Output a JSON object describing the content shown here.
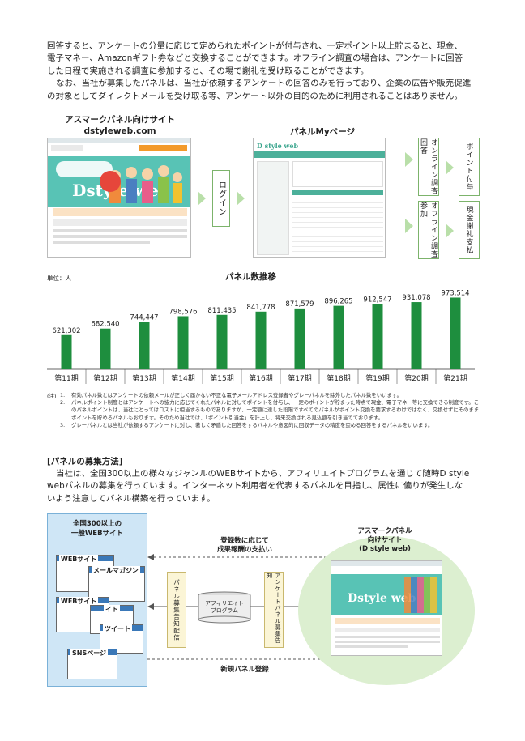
{
  "intro_paragraph_1": [
    "回答すると、アンケートの分量に応じて定められたポイントが付与され、一定ポイント以上貯まると、現金、",
    "電子マネー、Amazonギフト券などと交換することができます。オフライン調査の場合は、アンケートに回答",
    "した日程で実施される調査に参加すると、その場で謝礼を受け取ることができます。"
  ],
  "intro_paragraph_2": [
    "なお、当社が募集したパネルは、当社が依頼するアンケートの回答のみを行っており、企業の広告や販売促進",
    "の対象としてダイレクトメールを受け取る等、アンケート以外の目的のために利用されることはありません。"
  ],
  "flow": {
    "site_title_line1": "アスマークパネル向けサイト",
    "site_title_line2": "dstyleweb.com",
    "mypage_title": "パネルMyページ",
    "login": "ログイン",
    "online": "オンライン調査回答",
    "offline": "オフライン調査参加",
    "point": "ポイント付与",
    "cash": "現金謝礼支払",
    "screenshot_logo": "Dstyle web",
    "mypage_logo": "D style web"
  },
  "chart_data": {
    "type": "bar",
    "title": "パネル数推移",
    "unit_label": "単位：人",
    "categories": [
      "第11期",
      "第12期",
      "第13期",
      "第14期",
      "第15期",
      "第16期",
      "第17期",
      "第18期",
      "第19期",
      "第20期",
      "第21期"
    ],
    "values": [
      621302,
      682540,
      744447,
      798576,
      811435,
      841778,
      871579,
      896265,
      912547,
      931078,
      973514
    ],
    "value_labels": [
      "621,302",
      "682,540",
      "744,447",
      "798,576",
      "811,435",
      "841,778",
      "871,579",
      "896,265",
      "912,547",
      "931,078",
      "973,514"
    ],
    "ylim": [
      0,
      1000000
    ],
    "bar_color": "#1e8e3e"
  },
  "notes": {
    "prefix": "(注)",
    "items": [
      {
        "n": "1.",
        "text": "有効パネル数とはアンケートの依頼メールが正しく届かない不正な電子メールアドレス登録者やグレーパネルを除外したパネル数をいいます。"
      },
      {
        "n": "2.",
        "text": "パネルポイント制度とはアンケートへの協力に応じてくれたパネルに対してポイントを付与し、一定のポイントが貯まった時点で現金、電子マネー等に交換できる制度です。このパネルポイントは、当社にとってはコストに相当するものでありますが、一定額に達した段階ですべてのパネルがポイント交換を要求するわけではなく、交換せずにそのままポイントを貯めるパネルもおります。そのため当社では、「ポイント引当金」を計上し、将来交換される見込額を引き当てております。"
      },
      {
        "n": "3.",
        "text": "グレーパネルとは当社が依頼するアンケートに対し、著しく矛盾した回答をするパネルや意図的に回収データの精度を歪める回答をするパネルをいいます。"
      }
    ]
  },
  "recruit": {
    "heading": "[パネルの募集方法]",
    "body": [
      "当社は、全国300以上の様々なジャンルのWEBサイトから、アフィリエイトプログラムを通じて随時D style",
      "webパネルの募集を行っています。インターネット利用者を代表するパネルを目指し、属性に偏りが発生しな",
      "いよう注意してパネル構築を行っています。"
    ]
  },
  "diagram": {
    "left_title_line1": "全国300以上の",
    "left_title_line2": "一般WEBサイト",
    "win_web1": "WEBサイト",
    "win_mail": "メールマガジン",
    "win_web2": "WEBサイト",
    "win_site": "イト",
    "win_tweet": "ツイート",
    "win_sns": "SNSページ",
    "top_arrow_line1": "登録数に応じて",
    "top_arrow_line2": "成果報酬の支払い",
    "bottom_arrow": "新規パネル登録",
    "box_distribute": "パネル募集告知配信",
    "box_affiliate_line1": "アフィリエイト",
    "box_affiliate_line2": "プログラム",
    "box_notify": "アンケートパネル募集告知",
    "right_title_line1": "アスマークパネル",
    "right_title_line2": "向けサイト",
    "right_title_line3": "(D style web)"
  }
}
